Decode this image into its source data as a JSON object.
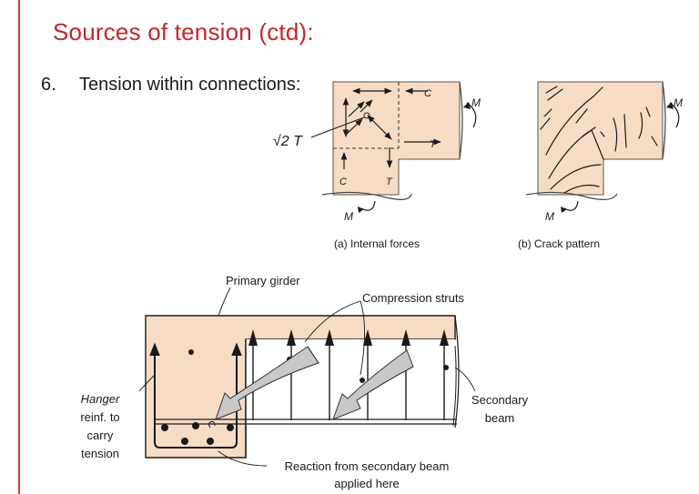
{
  "slide": {
    "title": "Sources of tension (ctd):",
    "item_number": "6.",
    "item_text": "Tension within connections:"
  },
  "figure_a": {
    "caption": "(a) Internal forces",
    "labels": {
      "sqrt2T": "√2 T",
      "C_top": "C",
      "T_right": "T",
      "C_bottom": "C",
      "T_bottom": "T",
      "M_right": "M",
      "M_bottom": "M"
    }
  },
  "figure_b": {
    "caption": "(b) Crack pattern",
    "labels": {
      "M_right": "M",
      "M_bottom": "M"
    }
  },
  "figure_c": {
    "labels": {
      "primary_girder": "Primary girder",
      "compression_struts": "Compression struts",
      "hanger_1": "Hanger",
      "hanger_2": "reinf. to",
      "hanger_3": "carry",
      "hanger_4": "tension",
      "secondary_1": "Secondary",
      "secondary_2": "beam",
      "reaction_1": "Reaction from secondary beam",
      "reaction_2": "applied here"
    }
  },
  "colors": {
    "title": "#c1272d",
    "concrete": "#f6dcc4",
    "accent_rule": "#d23b2e",
    "ink": "#1a1a1a"
  }
}
